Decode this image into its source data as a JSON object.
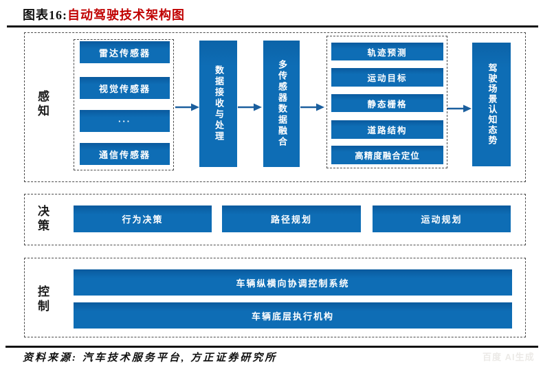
{
  "title": {
    "prefix": "图表16:",
    "text": "自动驾驶技术架构图"
  },
  "colors": {
    "box_blue": "#0e6db5",
    "arrow_blue": "#1b5f9e",
    "title_red": "#c00000"
  },
  "sections": {
    "perception": {
      "label": "感知",
      "sensors": [
        "雷达传感器",
        "视觉传感器",
        "···",
        "通信传感器"
      ],
      "process_boxes": [
        "数据接收与处理",
        "多传感器数据融合"
      ],
      "outputs": [
        "轨迹预测",
        "运动目标",
        "静态栅格",
        "道路结构",
        "高精度融合定位"
      ],
      "result_box": "驾驶场景认知态势"
    },
    "decision": {
      "label": "决策",
      "items": [
        "行为决策",
        "路径规划",
        "运动规划"
      ]
    },
    "control": {
      "label": "控制",
      "items": [
        "车辆纵横向协调控制系统",
        "车辆底层执行机构"
      ]
    }
  },
  "footer": {
    "source": "资料来源: 汽车技术服务平台, 方正证券研究所",
    "watermark": "百度 AI生成"
  }
}
